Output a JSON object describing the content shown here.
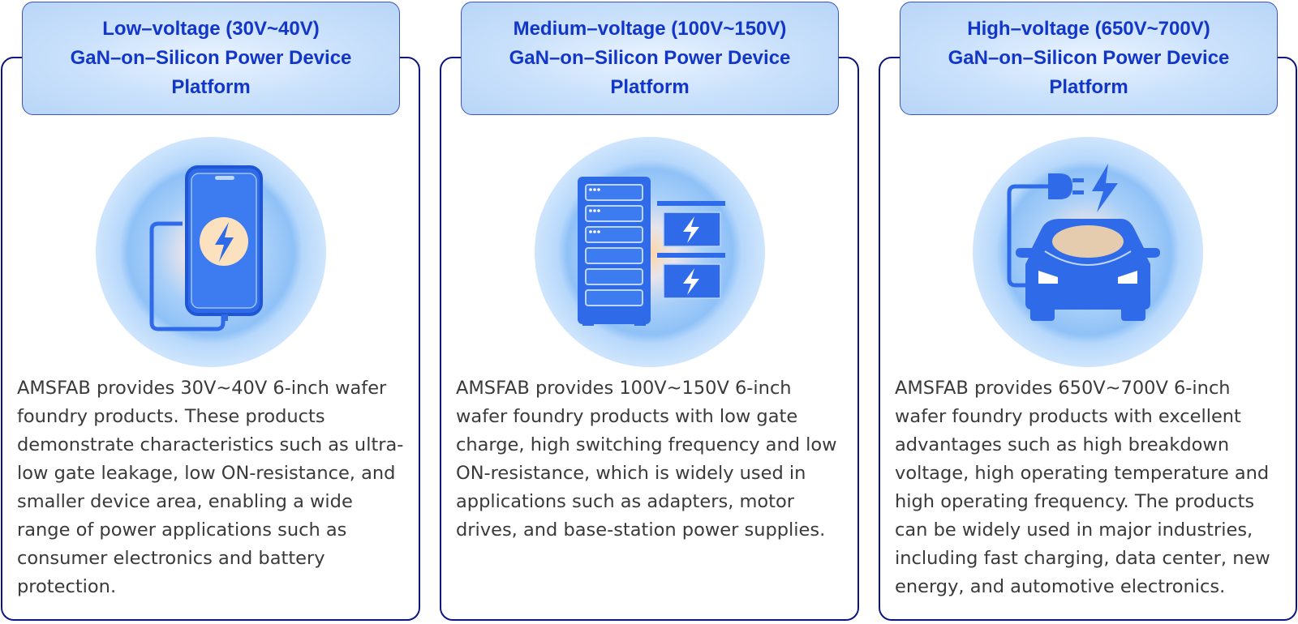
{
  "cards": [
    {
      "title_lines": [
        "Low–voltage (30V~40V)",
        "GaN–on–Silicon Power Device",
        "Platform"
      ],
      "icon": "smartphone-charging-icon",
      "description": "AMSFAB provides 30V~40V 6-inch wafer foundry products. These products demonstrate characteristics such as ultra-low gate leakage, low ON-resistance, and smaller device area, enabling a wide range of power applications such as consumer electronics and battery protection."
    },
    {
      "title_lines": [
        "Medium–voltage (100V~150V)",
        "GaN–on–Silicon Power Device",
        "Platform"
      ],
      "icon": "server-rack-power-icon",
      "description": "AMSFAB provides 100V~150V 6-inch wafer foundry products with low gate charge, high switching frequency and low ON-resistance, which is widely used in applications such as adapters, motor drives, and base-station power supplies."
    },
    {
      "title_lines": [
        "High–voltage (650V~700V)",
        "GaN–on–Silicon Power Device",
        "Platform"
      ],
      "icon": "electric-car-charging-icon",
      "description": "AMSFAB provides 650V~700V 6-inch wafer foundry products with excellent advantages such as high breakdown voltage, high operating temperature and high operating frequency. The products can be widely used in major industries, including fast charging, data center, new energy, and automotive electronics."
    }
  ],
  "colors": {
    "border": "#0c1680",
    "title_text": "#1236c8",
    "tab_background": "#c8e0fb",
    "icon_blue": "#2f6be8",
    "body_text": "#3a3a3a"
  }
}
